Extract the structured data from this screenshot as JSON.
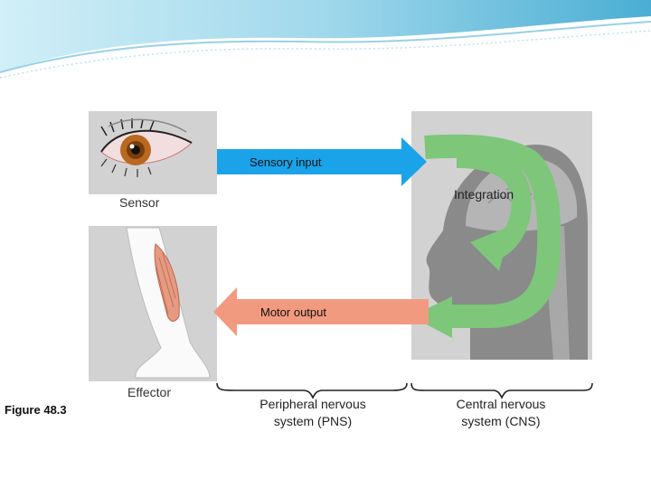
{
  "labels": {
    "sensory_input": "Sensory input",
    "integration": "Integration",
    "sensor": "Sensor",
    "motor_output": "Motor output",
    "effector": "Effector",
    "pns_line1": "Peripheral nervous",
    "pns_line2": "system (PNS)",
    "cns_line1": "Central nervous",
    "cns_line2": "system (CNS)",
    "figure": "Figure 48.3"
  },
  "colors": {
    "sensory_arrow": "#1aa3e8",
    "motor_arrow": "#f29a80",
    "integration_loop": "#7dc67a",
    "panel_gray": "#cfcfcf",
    "header_wave": "#9fd6ea"
  },
  "icons": {
    "eye": "eye-illustration",
    "leg": "leg-muscle-illustration",
    "head": "head-brain-illustration"
  }
}
